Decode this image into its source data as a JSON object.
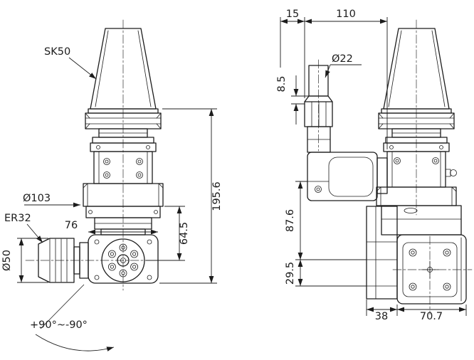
{
  "title": "Angle head technical drawing",
  "colors": {
    "line": "#1c1c1c",
    "background": "#ffffff"
  },
  "front_view": {
    "taper_label": "SK50",
    "collet_label": "ER32",
    "flange_diameter": "Ø103",
    "collet_diameter": "Ø50",
    "body_width": "76",
    "overall_height": "195.6",
    "spindle_center_height": "64.5",
    "swivel_range": "+90°~-90°"
  },
  "side_view": {
    "top_offset": "15",
    "axis_distance": "110",
    "shank_diameter": "Ø22",
    "nose_offset": "8.5",
    "body_drop": "87.6",
    "clamp_height": "29.5",
    "foot_width_left": "38",
    "foot_width_right": "70.7"
  }
}
